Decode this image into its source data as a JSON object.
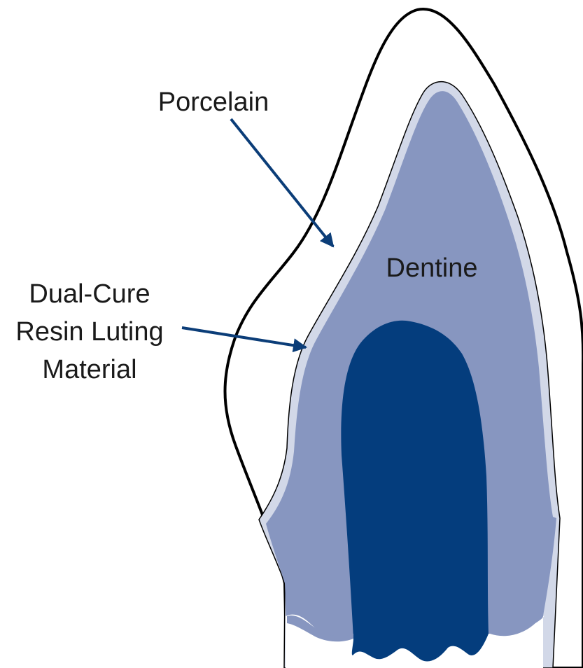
{
  "labels": {
    "porcelain": "Porcelain",
    "dentine": "Dentine",
    "luting_line1": "Dual-Cure",
    "luting_line2": "Resin Luting",
    "luting_line3": "Material"
  },
  "colors": {
    "outline": "#000000",
    "porcelain": "#ffffff",
    "luting_layer": "#d2d8e8",
    "dentine": "#8796c0",
    "pulp": "#043d7d",
    "arrow": "#0b3d78",
    "text": "#1a1a1a"
  }
}
